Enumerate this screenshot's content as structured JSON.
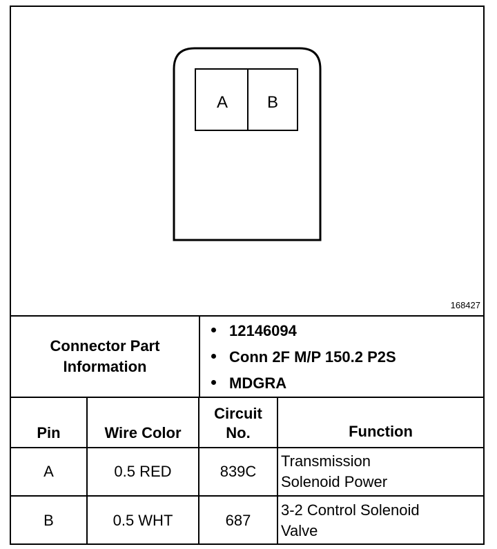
{
  "diagram": {
    "connector_cavities": [
      "A",
      "B"
    ],
    "figure_number": "168427"
  },
  "connector_info": {
    "label_line1": "Connector Part",
    "label_line2": "Information",
    "items": [
      "12146094",
      "Conn 2F M/P 150.2 P2S",
      "MDGRA"
    ]
  },
  "table": {
    "headers": {
      "pin": "Pin",
      "wire_color": "Wire Color",
      "circuit_line1": "Circuit",
      "circuit_line2": "No.",
      "function": "Function"
    },
    "rows": [
      {
        "pin": "A",
        "wire_color": "0.5 RED",
        "circuit": "839C",
        "function_line1": "Transmission",
        "function_line2": "Solenoid Power"
      },
      {
        "pin": "B",
        "wire_color": "0.5 WHT",
        "circuit": "687",
        "function_line1": "3-2 Control Solenoid",
        "function_line2": "Valve"
      }
    ]
  }
}
